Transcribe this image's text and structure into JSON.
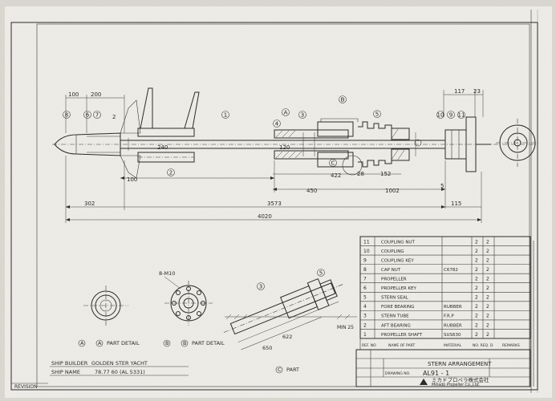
{
  "dimensions": {
    "d100a": "100",
    "d200": "200",
    "d2": "2",
    "d117": "117",
    "d23": "23",
    "d240": "240",
    "d100b": "100",
    "d120": "120",
    "d422": "422",
    "d28": "28",
    "d152": "152",
    "d450": "450",
    "d1002": "1002",
    "d5": "5",
    "d302": "302",
    "d3573": "3573",
    "d115": "115",
    "d4020": "4020",
    "d622": "622",
    "d650": "650",
    "m10": "8-M10",
    "min25": "MIN 25"
  },
  "balloons": [
    "1",
    "2",
    "3",
    "4",
    "5",
    "6",
    "7",
    "8",
    "9",
    "10",
    "11",
    "A",
    "B",
    "C"
  ],
  "views": {
    "part_a": "PART DETAIL",
    "part_b": "PART DETAIL",
    "part_c": "PART"
  },
  "parts_table": {
    "rows": [
      {
        "no": "11",
        "name": "COUPLING NUT",
        "material": "",
        "q1": "2",
        "q2": "2"
      },
      {
        "no": "10",
        "name": "COUPLING",
        "material": "",
        "q1": "2",
        "q2": "2"
      },
      {
        "no": "9",
        "name": "COUPLING KEY",
        "material": "",
        "q1": "2",
        "q2": "2"
      },
      {
        "no": "8",
        "name": "CAP NUT",
        "material": "C6782",
        "q1": "2",
        "q2": "2"
      },
      {
        "no": "7",
        "name": "PROPELLER",
        "material": "",
        "q1": "2",
        "q2": "2"
      },
      {
        "no": "6",
        "name": "PROPELLER KEY",
        "material": "",
        "q1": "2",
        "q2": "2"
      },
      {
        "no": "5",
        "name": "STERN SEAL",
        "material": "",
        "q1": "2",
        "q2": "2"
      },
      {
        "no": "4",
        "name": "FORE BEARING",
        "material": "RUBBER",
        "q1": "2",
        "q2": "2"
      },
      {
        "no": "3",
        "name": "STERN TUBE",
        "material": "F.R.P",
        "q1": "2",
        "q2": "2"
      },
      {
        "no": "2",
        "name": "AFT BEARING",
        "material": "RUBBER",
        "q1": "2",
        "q2": "2"
      },
      {
        "no": "1",
        "name": "PROPELLER SHAFT",
        "material": "SUS630",
        "q1": "2",
        "q2": "2"
      }
    ],
    "header": {
      "no": "REF. NO",
      "name": "NAME OF PART",
      "material": "MATERIAL",
      "qty": "NO. REQ. D",
      "remarks": "REMARKS"
    }
  },
  "title_block": {
    "drawing_name": "STERN ARRANGEMENT",
    "drawing_no_label": "DRAWING NO.",
    "drawing_no": "AL91 - 1",
    "company": "Mikado Propeller Co.,Ltd.",
    "company_jp": "ミカドプロペラ株式会社"
  },
  "ship_info": {
    "builder_label": "SHIP BUILDER",
    "builder": "GOLDEN STER YACHT",
    "name_label": "SHIP NAME",
    "name": "78.77 60 (AL 5331)"
  },
  "revision_label": "REVISION"
}
